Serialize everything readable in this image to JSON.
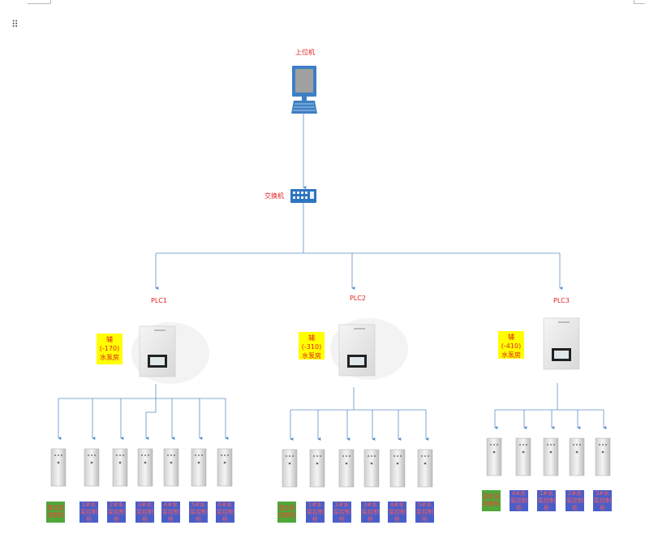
{
  "nodes": {
    "host": "上位机",
    "switch": "交换机",
    "plcs": [
      {
        "id": "plc1",
        "label": "PLC1",
        "pump": "辅(-170)水泵房"
      },
      {
        "id": "plc2",
        "label": "PLC2",
        "pump": "辅(-310)水泵房"
      },
      {
        "id": "plc3",
        "label": "PLC3",
        "pump": "辅(-410)水泵房"
      }
    ]
  },
  "cabinet_groups": [
    {
      "plc": "plc1",
      "labels": [
        "真空泵控制柜",
        "1#水泵控制柜",
        "2#水泵控制柜",
        "3#水泵控制柜",
        "4#水泵控制柜",
        "5#水泵控制柜",
        "6#水泵控制柜"
      ]
    },
    {
      "plc": "plc2",
      "labels": [
        "真空泵控制柜",
        "1#水泵控制柜",
        "2#水泵控制柜",
        "3#水泵控制柜",
        "4#水泵控制柜",
        "5#水泵控制柜"
      ]
    },
    {
      "plc": "plc3",
      "labels": [
        "真空泵控制柜",
        "1#水泵控制柜",
        "2#水泵控制柜",
        "3#水泵控制柜",
        "4#水泵控制柜"
      ]
    }
  ],
  "colors": {
    "line": "#5b8fc7",
    "label_text": "#e02020",
    "pump_box": "#ffff00",
    "cabinet_label_blue": "#4a5ec8",
    "cabinet_label_green": "#4ea83a"
  },
  "icons": {
    "handle": "drag-handle-icon",
    "host": "computer-icon",
    "switch": "network-switch-icon",
    "plc": "plc-panel-icon",
    "cabinet": "control-cabinet-icon"
  }
}
